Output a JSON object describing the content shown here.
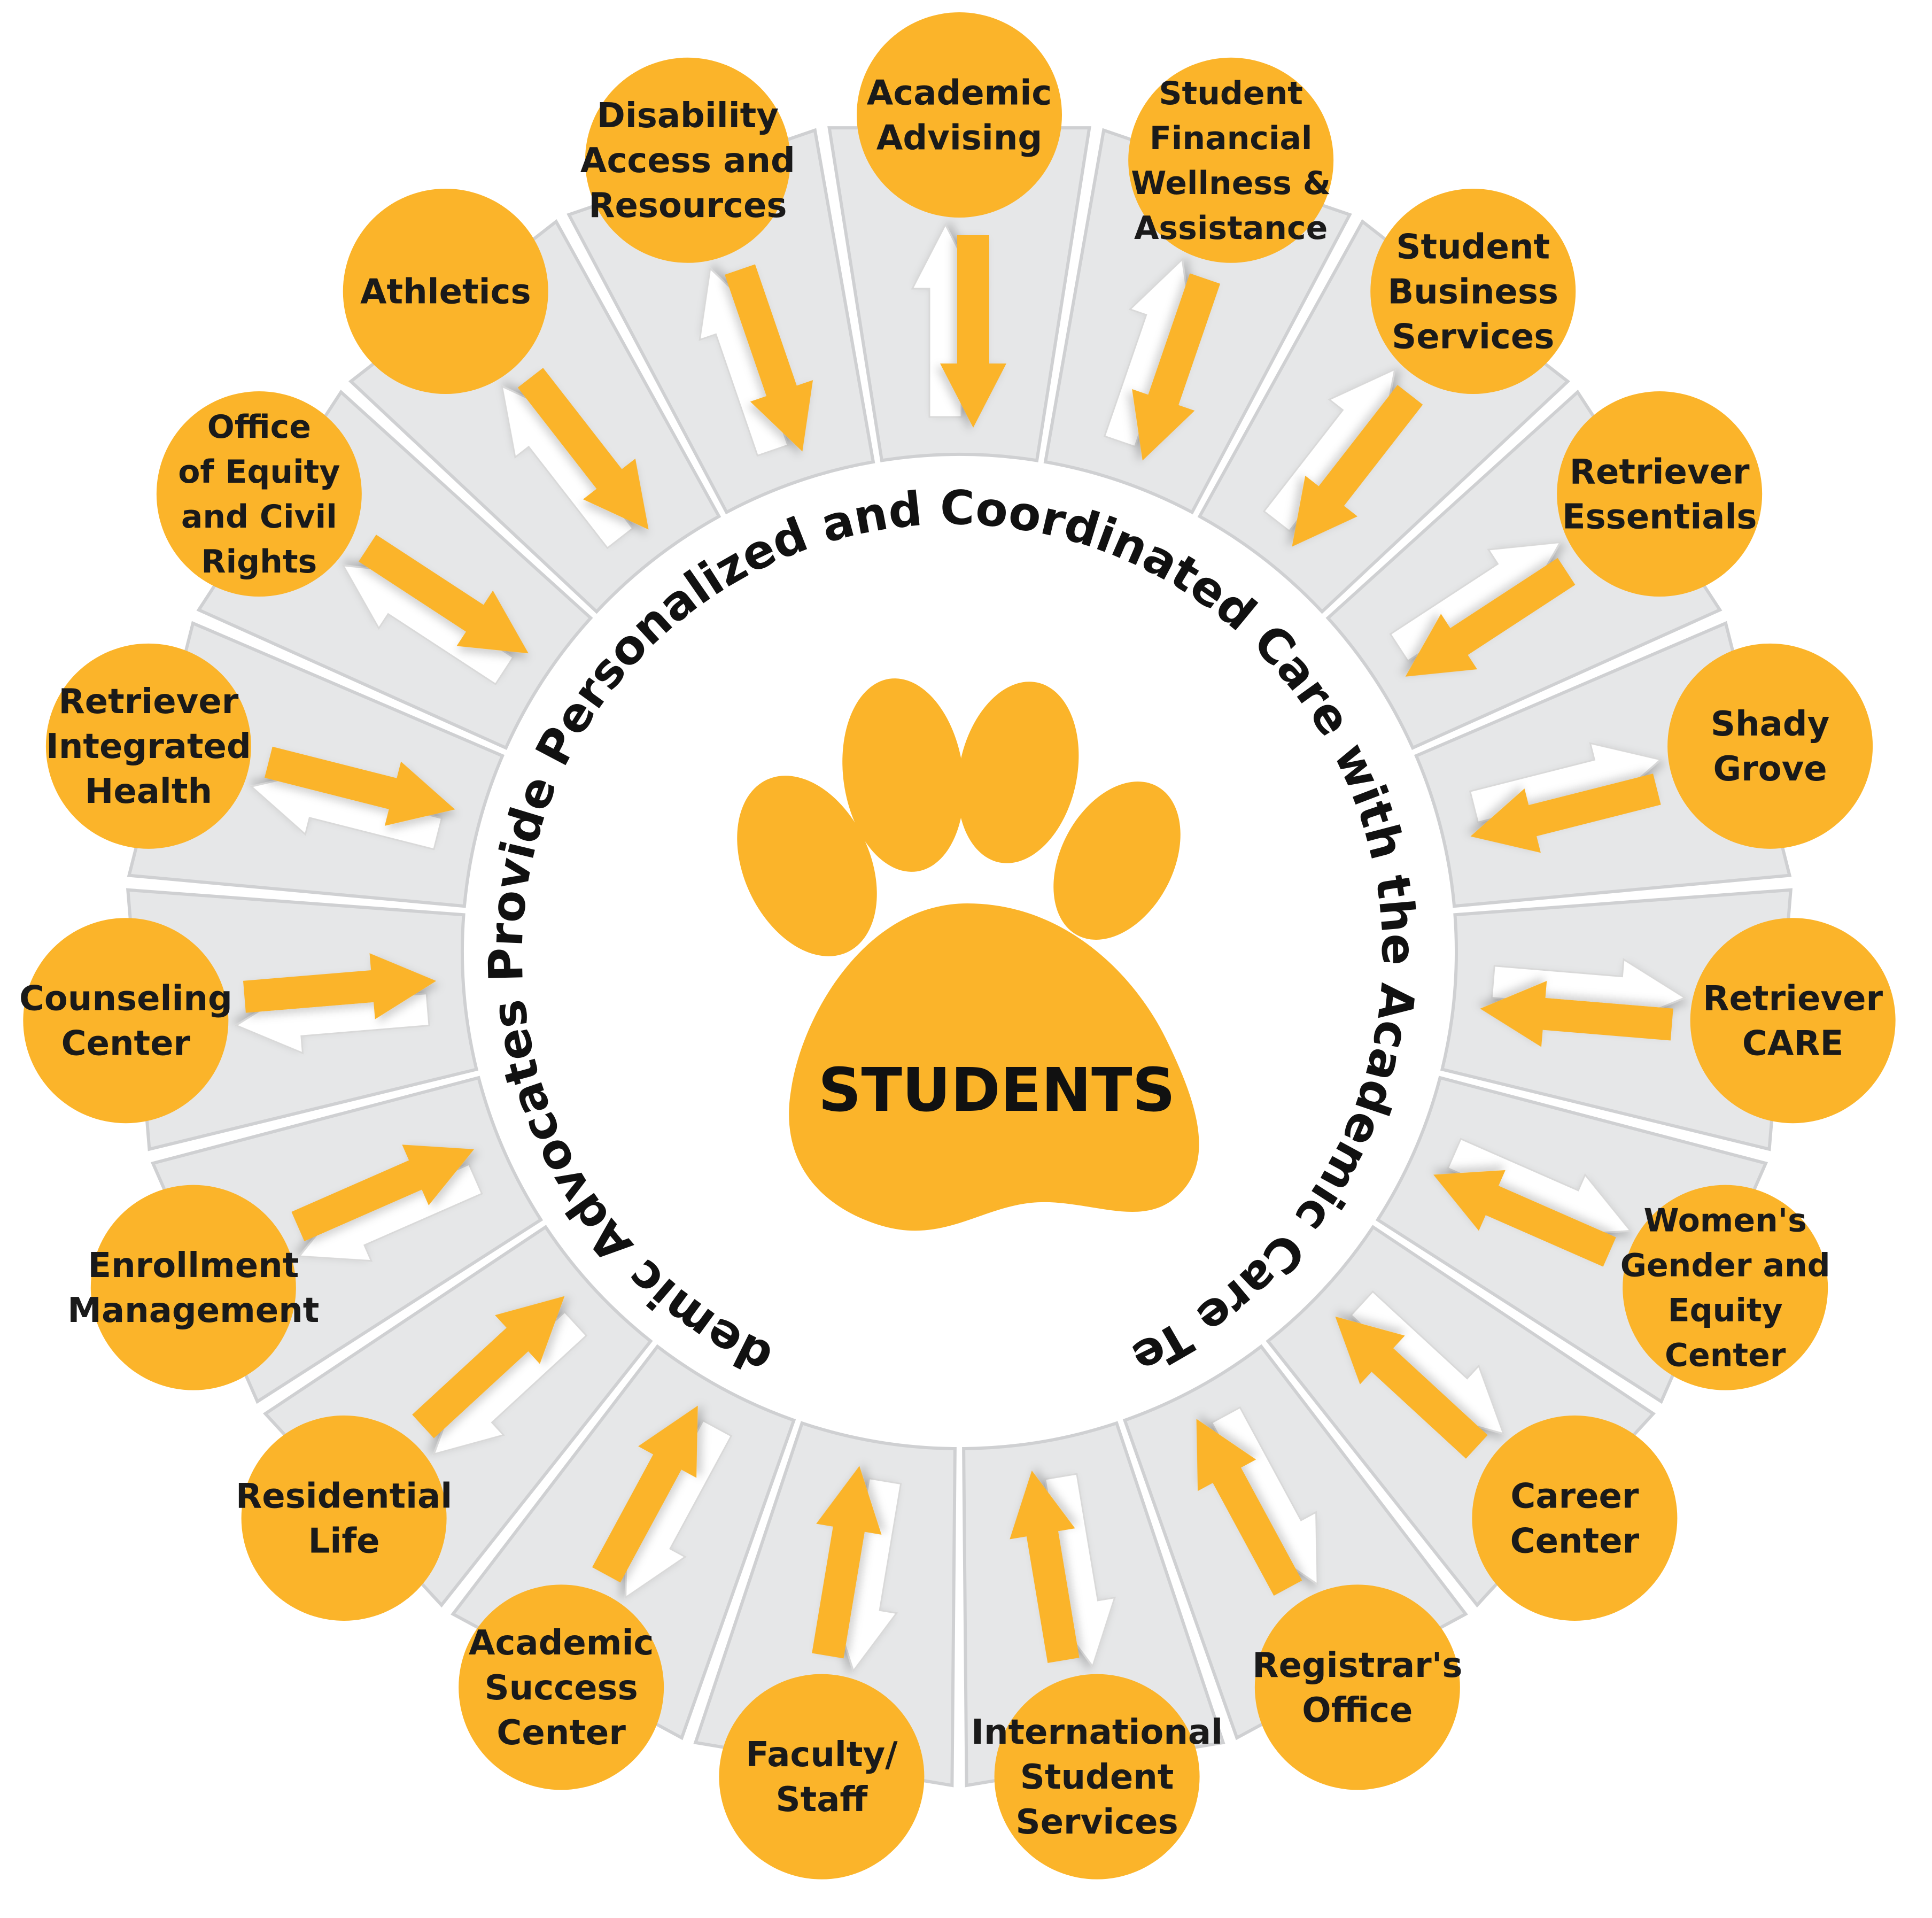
{
  "diagram": {
    "center_label": "STUDENTS",
    "arc_text": "Academic Advocates Provide Personalized and Coordinated Care with the Academic Care Team",
    "colors": {
      "gold": "#FBB42A",
      "arrow_white": "#FFFFFF",
      "panel_gray": "#E6E7E8",
      "panel_edge": "#CFD0D2",
      "text": "#1A1A1A"
    },
    "nodes": [
      {
        "id": "academic-advising",
        "lines": [
          "Academic",
          "Advising"
        ]
      },
      {
        "id": "student-financial-wellness",
        "lines": [
          "Student",
          "Financial",
          "Wellness &",
          "Assistance"
        ]
      },
      {
        "id": "student-business-services",
        "lines": [
          "Student",
          "Business",
          "Services"
        ]
      },
      {
        "id": "retriever-essentials",
        "lines": [
          "Retriever",
          "Essentials"
        ]
      },
      {
        "id": "shady-grove",
        "lines": [
          "Shady",
          "Grove"
        ]
      },
      {
        "id": "retriever-care",
        "lines": [
          "Retriever",
          "CARE"
        ]
      },
      {
        "id": "womens-gender-equity-center",
        "lines": [
          "Women's",
          "Gender and",
          "Equity",
          "Center"
        ]
      },
      {
        "id": "career-center",
        "lines": [
          "Career",
          "Center"
        ]
      },
      {
        "id": "registrars-office",
        "lines": [
          "Registrar's",
          "Office"
        ]
      },
      {
        "id": "international-student-services",
        "lines": [
          "International",
          "Student",
          "Services"
        ]
      },
      {
        "id": "faculty-staff",
        "lines": [
          "Faculty/",
          "Staff"
        ]
      },
      {
        "id": "academic-success-center",
        "lines": [
          "Academic",
          "Success",
          "Center"
        ]
      },
      {
        "id": "residential-life",
        "lines": [
          "Residential",
          "Life"
        ]
      },
      {
        "id": "enrollment-management",
        "lines": [
          "Enrollment",
          "Management"
        ]
      },
      {
        "id": "counseling-center",
        "lines": [
          "Counseling",
          "Center"
        ]
      },
      {
        "id": "retriever-integrated-health",
        "lines": [
          "Retriever",
          "Integrated",
          "Health"
        ]
      },
      {
        "id": "office-equity-civil-rights",
        "lines": [
          "Office",
          "of Equity",
          "and Civil",
          "Rights"
        ]
      },
      {
        "id": "athletics",
        "lines": [
          "Athletics"
        ]
      },
      {
        "id": "disability-access-resources",
        "lines": [
          "Disability",
          "Access and",
          "Resources"
        ]
      }
    ]
  }
}
